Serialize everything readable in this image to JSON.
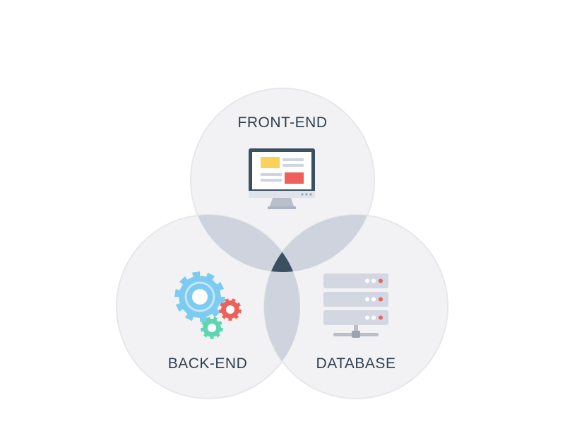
{
  "diagram": {
    "labels": {
      "front_end": "FRONT-END",
      "back_end": "BACK-END",
      "database": "DATABASE"
    },
    "icons": {
      "front_end": "monitor-icon",
      "back_end": "gears-icon",
      "database": "server-stack-icon"
    }
  },
  "colors": {
    "circle_fill": "#f2f2f4",
    "circle_border": "#e7e7ea",
    "pair_overlap": "#ced3dd",
    "triple_overlap": "#3a4f60",
    "text": "#2f3f50",
    "monitor_frame": "#3a4f60",
    "monitor_yellow": "#fcd15a",
    "monitor_red": "#f0605a",
    "gear_blue": "#7ecbf1",
    "gear_red": "#f0605a",
    "gear_green": "#5ed6b0",
    "server_body": "#d3d7e2",
    "server_led_red": "#f0605a",
    "server_led_white": "#ffffff"
  }
}
